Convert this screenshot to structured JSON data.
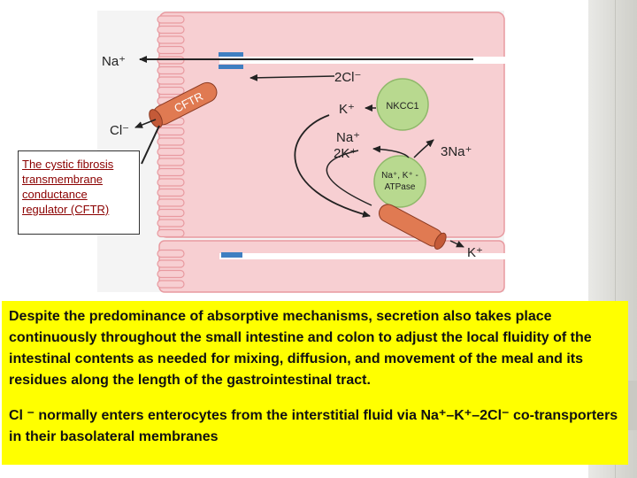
{
  "diagram": {
    "labels": {
      "na_top": "Na⁺",
      "two_cl": "2Cl⁻",
      "cftr": "CFTR",
      "k_plus": "K⁺",
      "cl_minus": "Cl⁻",
      "na_mid": "Na⁺",
      "two_k": "2K⁺",
      "three_na": "3Na⁺",
      "nkcc1": "NKCC1",
      "atpase_line1": "Na⁺, K⁺ -",
      "atpase_line2": "ATPase",
      "k_bottom": "K⁺"
    },
    "colors": {
      "cell_fill": "#f7cfd2",
      "cell_stroke": "#e89aa0",
      "tight_junction": "#3f7fc1",
      "channel_fill": "#e07a52",
      "transporter_fill": "#b8d98f",
      "arrow": "#222222"
    }
  },
  "callout": {
    "text": "The cystic fibrosis transmembrane conductance regulator (CFTR)"
  },
  "info": {
    "paragraph1": "Despite the predominance of absorptive mechanisms, secretion also takes place continuously throughout the small intestine and colon to adjust the local fluidity of the intestinal contents as needed for mixing, diffusion, and movement of the meal and its residues along the length of the gastrointestinal tract.",
    "paragraph2": "Cl ⁻ normally enters enterocytes from the interstitial fluid via Na⁺–K⁺–2Cl⁻ co-transporters in their basolateral membranes"
  }
}
